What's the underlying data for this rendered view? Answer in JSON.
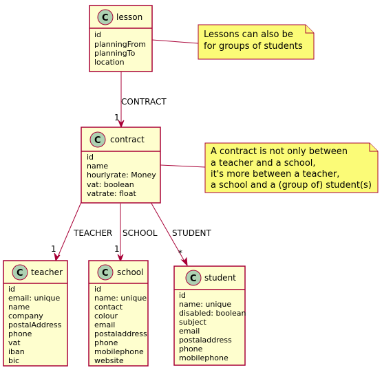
{
  "diagram": {
    "classes": {
      "lesson": {
        "name": "lesson",
        "stereotype": "C",
        "attributes": [
          "id",
          "planningFrom",
          "planningTo",
          "location"
        ]
      },
      "contract": {
        "name": "contract",
        "stereotype": "C",
        "attributes": [
          "id",
          "name",
          "hourlyrate: Money",
          "vat: boolean",
          "vatrate: float"
        ]
      },
      "teacher": {
        "name": "teacher",
        "stereotype": "C",
        "attributes": [
          "id",
          "email: unique",
          "name",
          "company",
          "postalAddress",
          "phone",
          "vat",
          "iban",
          "bic"
        ]
      },
      "school": {
        "name": "school",
        "stereotype": "C",
        "attributes": [
          "id",
          "name: unique",
          "contact",
          "colour",
          "email",
          "postaladdress",
          "phone",
          "mobilephone",
          "website"
        ]
      },
      "student": {
        "name": "student",
        "stereotype": "C",
        "attributes": [
          "id",
          "name: unique",
          "disabled: boolean",
          "subject",
          "email",
          "postaladdress",
          "phone",
          "mobilephone"
        ]
      }
    },
    "relations": {
      "lesson_contract": {
        "label": "CONTRACT",
        "multiplicity": "1"
      },
      "contract_teacher": {
        "label": "TEACHER",
        "multiplicity": "1"
      },
      "contract_school": {
        "label": "SCHOOL",
        "multiplicity": "1"
      },
      "contract_student": {
        "label": "STUDENT",
        "multiplicity": "*"
      }
    },
    "notes": {
      "lesson_note": [
        "Lessons can also be",
        "for groups of students"
      ],
      "contract_note": [
        "A contract is not only between",
        "a teacher and a school,",
        "it's more between a teacher,",
        "a school and a (group of) student(s)"
      ]
    }
  }
}
